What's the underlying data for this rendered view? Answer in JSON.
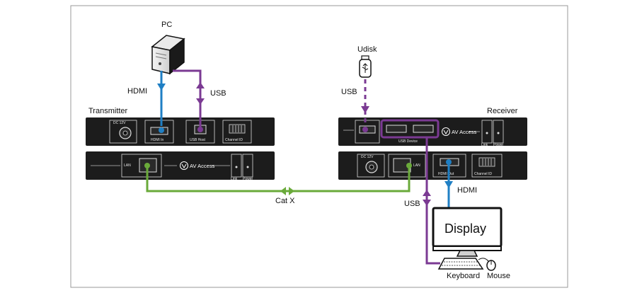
{
  "labels": {
    "pc": "PC",
    "hdmi_tx": "HDMI",
    "usb_tx": "USB",
    "transmitter": "Transmitter",
    "udisk": "Udisk",
    "usb_udisk": "USB",
    "receiver": "Receiver",
    "cat_x": "Cat X",
    "hdmi_rx": "HDMI",
    "usb_rx": "USB",
    "display": "Display",
    "keyboard": "Keyboard",
    "mouse": "Mouse"
  },
  "transmitter": {
    "front_ports": {
      "dc": "DC 12V",
      "hdmi_in": "HDMI In",
      "usb_host": "USB Host",
      "channel_id": "Channel ID"
    },
    "rear_ports": {
      "lan": "LAN",
      "brand": "AV Access",
      "link": "Link",
      "power": "Power"
    }
  },
  "receiver": {
    "front_ports": {
      "usb_device": "USB Device",
      "brand": "AV Access",
      "link": "Link",
      "power": "Power"
    },
    "rear_ports": {
      "dc": "DC 12V",
      "lan": "LAN",
      "hdmi_out": "HDMI Out",
      "channel_id": "Channel ID"
    }
  },
  "colors": {
    "hdmi": "#1f7fc4",
    "usb": "#7b3a93",
    "cat": "#6aaa3a",
    "panel": "#1c1c1c"
  }
}
